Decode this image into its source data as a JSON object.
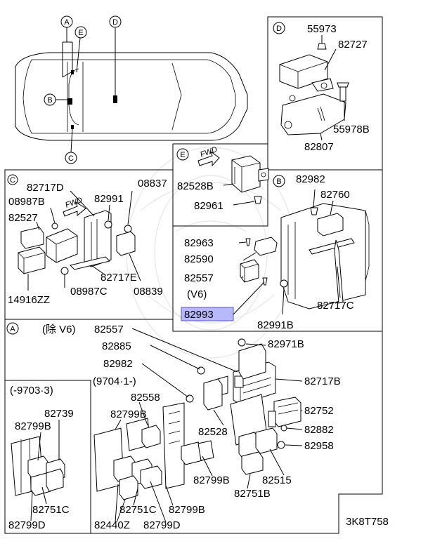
{
  "callouts": {
    "A": "A",
    "B": "B",
    "C": "C",
    "D": "D",
    "E": "E"
  },
  "doc_code": "3K8T758",
  "fwd": "FWD",
  "panelD": {
    "p1": "55973",
    "p2": "82727",
    "p3": "55978B",
    "p4": "82807"
  },
  "panelE": {
    "p1": "82528B",
    "p2": "82961"
  },
  "panelC": {
    "p1": "82717D",
    "p2": "08837",
    "p3": "08987B",
    "p4": "82991",
    "p5": "82527",
    "p6": "82717E",
    "p7": "08839",
    "p8": "14916ZZ",
    "p9": "08987C"
  },
  "panelB": {
    "p1": "82982",
    "p2": "82760",
    "p3": "82717C",
    "p4": "82991B"
  },
  "middle": {
    "p1": "82963",
    "p2": "82590",
    "p3": "82557",
    "p4": "(V6)",
    "p5": "82993"
  },
  "panelA": {
    "excl_note": "(除 V6)",
    "p_82557": "82557",
    "p_82885": "82885",
    "p_82971B": "82971B",
    "p_82982": "82982",
    "date2": "(9704·1-)",
    "p_82717B": "82717B",
    "p_82558": "82558",
    "p_82799B_a": "82799B",
    "p_82752": "82752",
    "p_82528": "82528",
    "p_82882": "82882",
    "p_82958": "82958",
    "p_82799B_b": "82799B",
    "p_82515": "82515",
    "p_82751C": "82751C",
    "p_82799B_c": "82799B",
    "p_82751B": "82751B",
    "p_82440Z": "82440Z",
    "p_82799D": "82799D"
  },
  "inset": {
    "date1": "(-9703·3)",
    "p1": "82739",
    "p2": "82799B",
    "p3": "82751C",
    "p4": "82799D"
  }
}
